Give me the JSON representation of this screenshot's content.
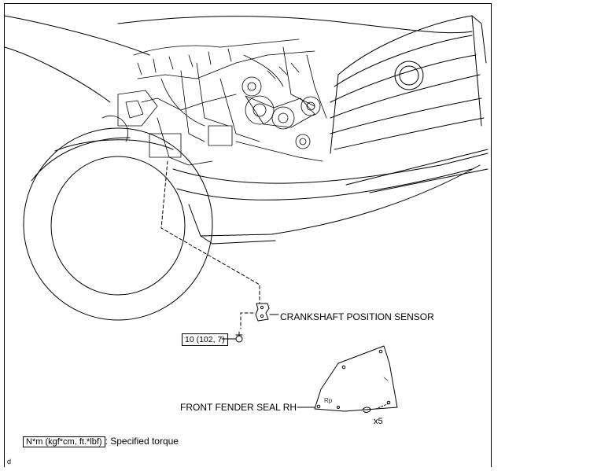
{
  "figure": {
    "labels": {
      "crankshaft_sensor": "CRANKSHAFT POSITION SENSOR",
      "front_fender_seal": "FRONT FENDER SEAL RH",
      "clip_count": "x5",
      "seal_mark": "Rp"
    },
    "torque": {
      "value": "10 (102, 7)"
    },
    "legend": {
      "symbol": "N*m (kgf*cm, ft.*lbf)",
      "description": ": Specified torque"
    },
    "corner_mark": "d"
  }
}
